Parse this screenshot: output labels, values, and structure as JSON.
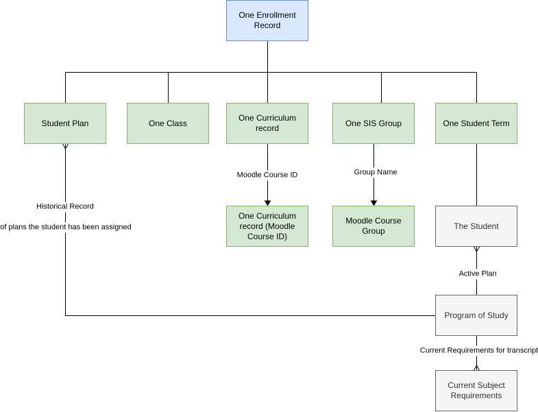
{
  "nodes": {
    "enrollment": "One Enrollment\nRecord",
    "student_plan": "Student Plan",
    "one_class": "One Class",
    "curriculum": "One Curriculum\nrecord",
    "sis_group": "One SIS Group",
    "student_term": "One Student Term",
    "curriculum_moodle": "One Curriculum\nrecord (Moodle\nCourse ID)",
    "moodle_group": "Moodle Course\nGroup",
    "the_student": "The Student",
    "program_of_study": "Program of Study",
    "current_requirements": "Current Subject\nRequirements"
  },
  "edge_labels": {
    "moodle_course_id": "Moodle Course ID",
    "group_name": "Group Name",
    "historical_record": "Historical Record",
    "plans_assigned": "of plans the student has been assigned",
    "active_plan": "Active Plan",
    "current_requirements_transcript": "Current Requirements for transcript"
  },
  "colors": {
    "line": "#000000",
    "blue_fill": "#dae8fc",
    "green_fill": "#d5e8d4",
    "gray_fill": "#f5f5f5"
  }
}
